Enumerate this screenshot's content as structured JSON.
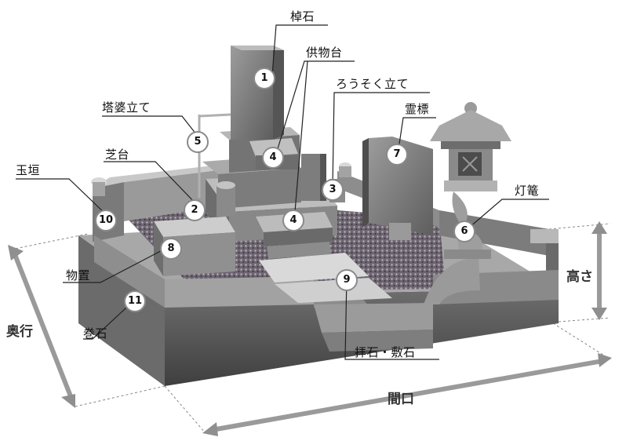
{
  "labels": {
    "saoishi": "棹石",
    "kumotsudai": "供物台",
    "rousokutate": "ろうそく立て",
    "touba": "塔婆立て",
    "reihyo": "霊標",
    "tamagaki": "玉垣",
    "shibadai": "芝台",
    "touro": "灯篭",
    "monooki": "物置",
    "makiishi": "巻石",
    "haiseki": "拝石・敷石"
  },
  "dimensions": {
    "depth": "奥行",
    "width": "間口",
    "height": "高さ"
  },
  "markers": {
    "m1": "1",
    "m2": "2",
    "m3": "3",
    "m4a": "4",
    "m4b": "4",
    "m5": "5",
    "m6": "6",
    "m7": "7",
    "m8": "8",
    "m9": "9",
    "m10": "10",
    "m11": "11"
  },
  "colors": {
    "granite_dark": "#5b5b5b",
    "granite_mid": "#8a8a8a",
    "granite_light": "#b5b5b5",
    "arrow": "#9a9a9a"
  }
}
